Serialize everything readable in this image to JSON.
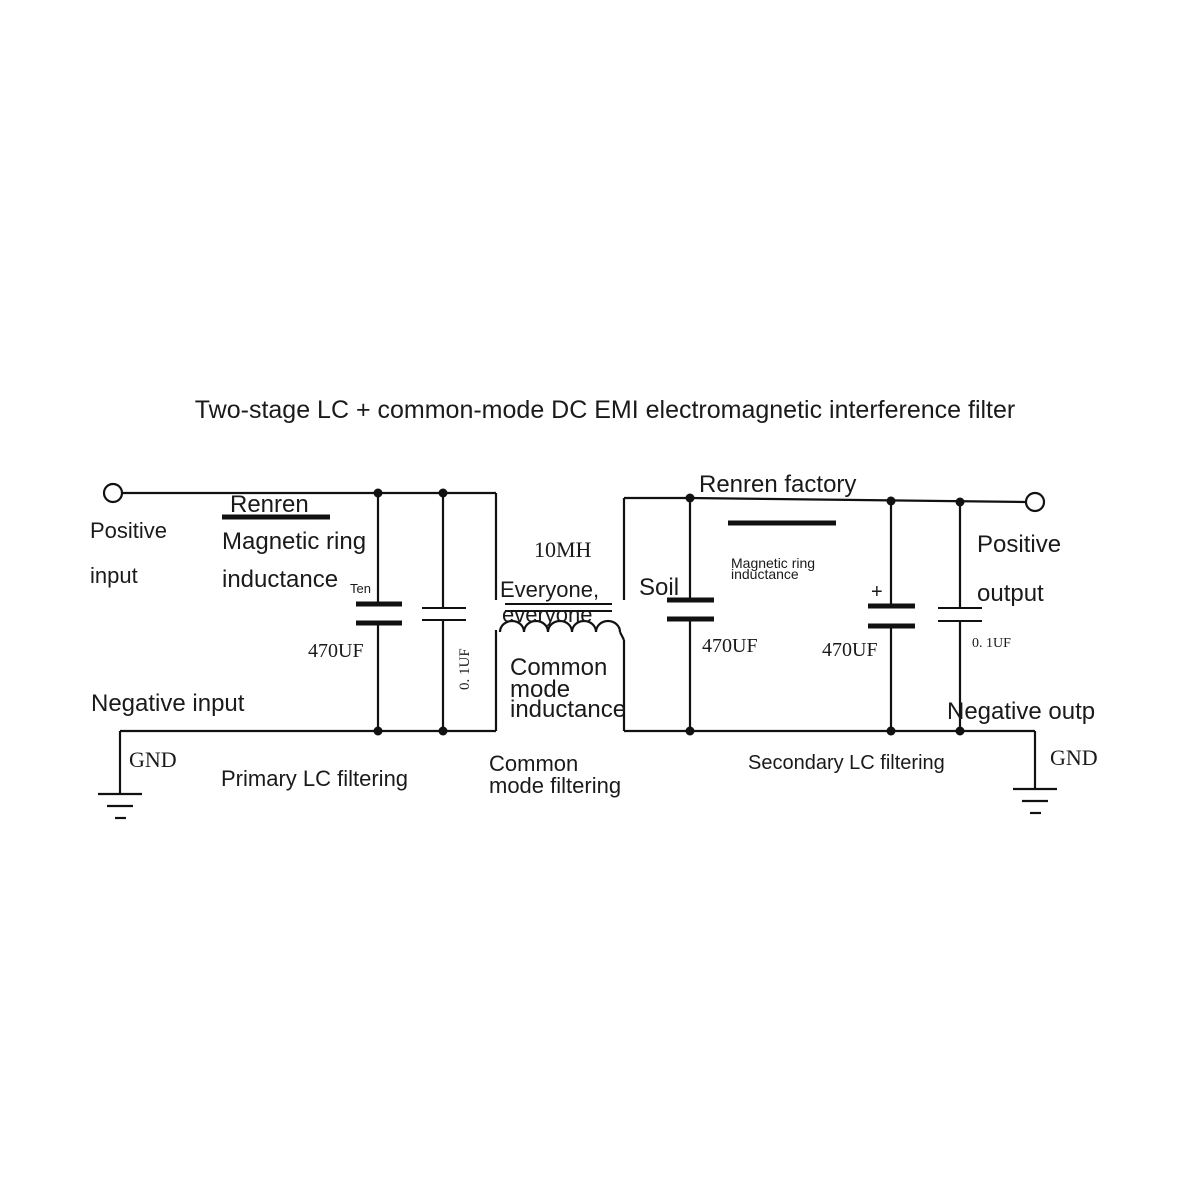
{
  "title": "Two-stage LC + common-mode DC EMI electromagnetic interference filter",
  "labels": {
    "positive_input_1": "Positive",
    "positive_input_2": "input",
    "negative_input": "Negative input",
    "gnd_left": "GND",
    "renren_left": "Renren",
    "magnetic_ring": "Magnetic ring",
    "inductance": "inductance",
    "ten": "Ten",
    "cap1_value": "470UF",
    "cap2_value": "0. 1UF",
    "primary_lc": "Primary LC filtering",
    "cm_value": "10MH",
    "everyone_1": "Everyone,",
    "everyone_2": "everyone",
    "cm_inductance_1": "Common",
    "cm_inductance_2": "mode",
    "cm_inductance_3": "inductance",
    "cm_filtering_1": "Common",
    "cm_filtering_2": "mode filtering",
    "renren_factory": "Renren factory",
    "soil": "Soil",
    "cap3_value": "470UF",
    "magnetic_ring_small_1": "Magnetic ring",
    "magnetic_ring_small_2": "inductance",
    "plus_sign": "+",
    "cap4_value": "470UF",
    "cap5_value": "0. 1UF",
    "positive_output_1": "Positive",
    "positive_output_2": "output",
    "negative_output": "Negative outp",
    "gnd_right": "GND",
    "secondary_lc": "Secondary LC filtering"
  }
}
